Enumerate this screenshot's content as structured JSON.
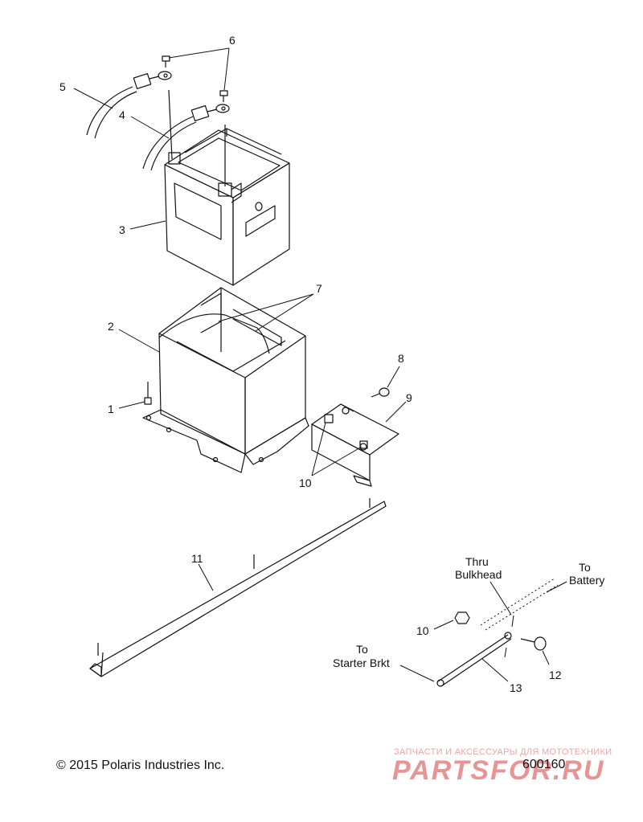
{
  "callouts": {
    "c1": "1",
    "c2": "2",
    "c3": "3",
    "c4": "4",
    "c5": "5",
    "c6": "6",
    "c7": "7",
    "c8": "8",
    "c9": "9",
    "c10a": "10",
    "c10b": "10",
    "c11": "11",
    "c12": "12",
    "c13": "13"
  },
  "notes": {
    "thru_line1": "Thru",
    "thru_line2": "Bulkhead",
    "battery_line1": "To",
    "battery_line2": "Battery",
    "starter_line1": "To",
    "starter_line2": "Starter Brkt"
  },
  "footer": {
    "copyright": "© 2015 Polaris Industries Inc.",
    "drawing_number": "600160"
  },
  "watermark": {
    "tagline": "ЗАПЧАСТИ И АКСЕССУАРЫ ДЛЯ МОТОТЕХНИКИ",
    "logo": "PARTSFOR.RU"
  }
}
